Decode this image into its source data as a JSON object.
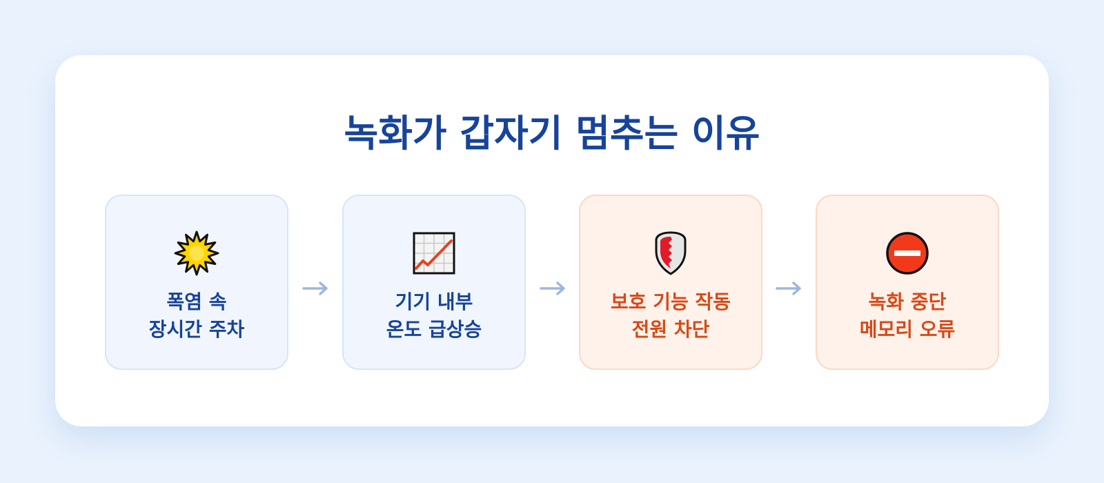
{
  "title": "녹화가 갑자기 멈추는 이유",
  "steps": [
    {
      "line1": "폭염 속",
      "line2": "장시간 주차",
      "icon": "sun-icon",
      "tone": "blue"
    },
    {
      "line1": "기기 내부",
      "line2": "온도 급상승",
      "icon": "rising-chart-icon",
      "tone": "blue"
    },
    {
      "line1": "보호 기능 작동",
      "line2": "전원 차단",
      "icon": "shield-icon",
      "tone": "orange"
    },
    {
      "line1": "녹화 중단",
      "line2": "메모리 오류",
      "icon": "no-entry-icon",
      "tone": "orange"
    }
  ],
  "colors": {
    "background": "#e9f2fd",
    "title": "#17439a",
    "blue_text": "#17439a",
    "orange_text": "#d64a17",
    "arrow": "#9db5e0"
  }
}
